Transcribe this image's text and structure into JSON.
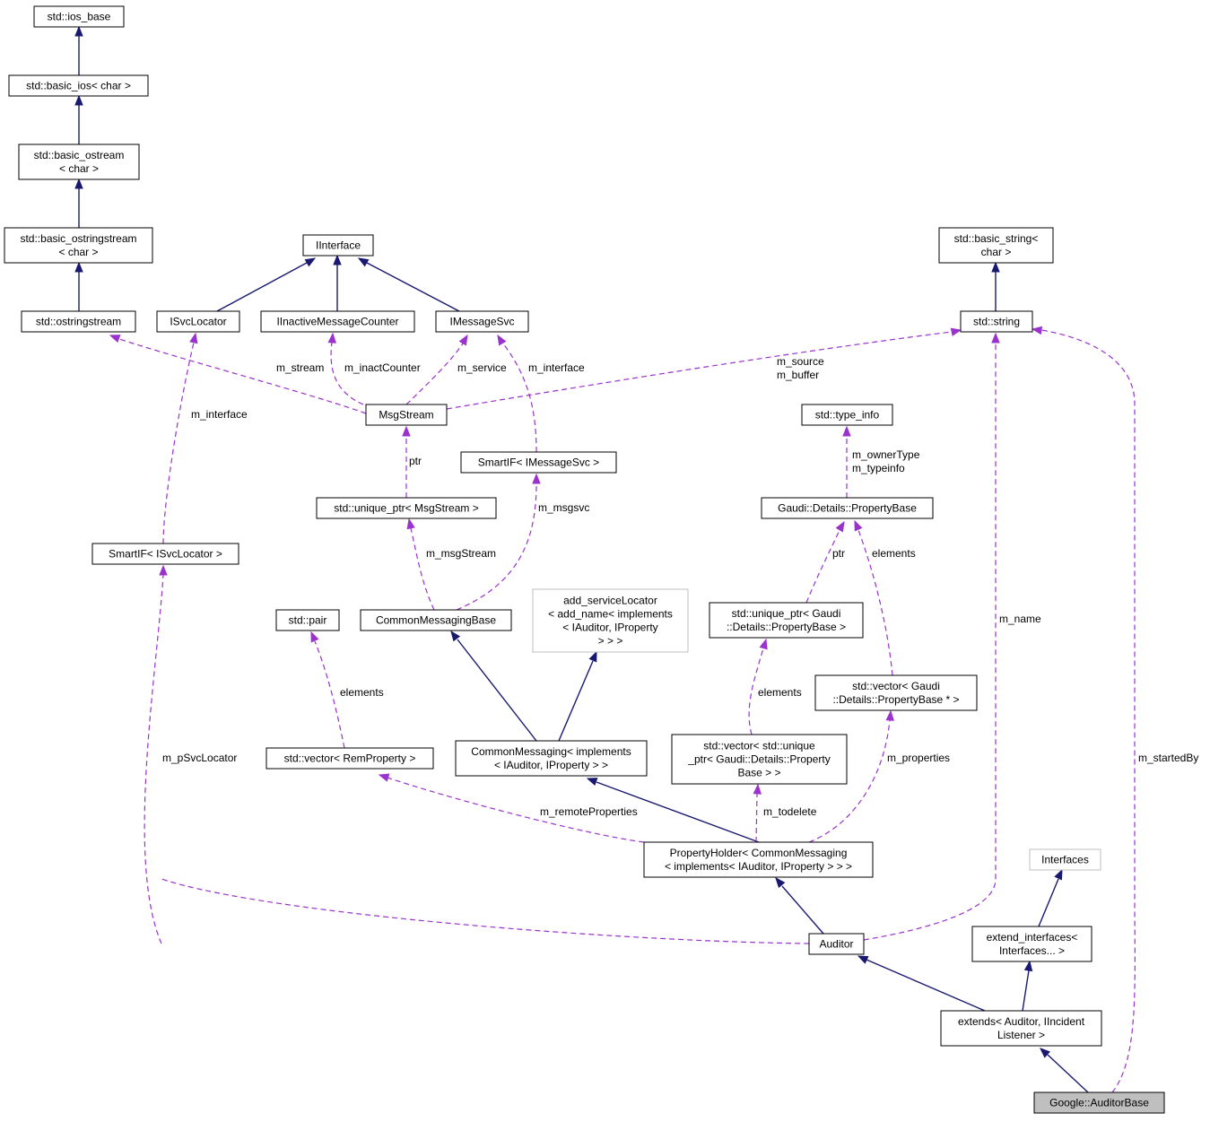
{
  "nodes": [
    {
      "id": "ios_base",
      "lines": [
        "std::ios_base"
      ]
    },
    {
      "id": "basic_ios",
      "lines": [
        "std::basic_ios< char >"
      ]
    },
    {
      "id": "basic_ostream",
      "lines": [
        "std::basic_ostream",
        "< char >"
      ]
    },
    {
      "id": "basic_ostringstream",
      "lines": [
        "std::basic_ostringstream",
        "< char >"
      ]
    },
    {
      "id": "ostringstream",
      "lines": [
        "std::ostringstream"
      ]
    },
    {
      "id": "IInterface",
      "lines": [
        "IInterface"
      ]
    },
    {
      "id": "ISvcLocator",
      "lines": [
        "ISvcLocator"
      ]
    },
    {
      "id": "IInactiveMessageCounter",
      "lines": [
        "IInactiveMessageCounter"
      ]
    },
    {
      "id": "IMessageSvc",
      "lines": [
        "IMessageSvc"
      ]
    },
    {
      "id": "basic_string",
      "lines": [
        "std::basic_string<",
        "char >"
      ]
    },
    {
      "id": "string",
      "lines": [
        "std::string"
      ]
    },
    {
      "id": "MsgStream",
      "lines": [
        "MsgStream"
      ]
    },
    {
      "id": "type_info",
      "lines": [
        "std::type_info"
      ]
    },
    {
      "id": "SmartIF_IMessageSvc",
      "lines": [
        "SmartIF< IMessageSvc >"
      ]
    },
    {
      "id": "unique_ptr_MsgStream",
      "lines": [
        "std::unique_ptr< MsgStream >"
      ]
    },
    {
      "id": "PropertyBase",
      "lines": [
        "Gaudi::Details::PropertyBase"
      ]
    },
    {
      "id": "SmartIF_ISvcLocator",
      "lines": [
        "SmartIF< ISvcLocator >"
      ]
    },
    {
      "id": "add_serviceLocator",
      "lines": [
        "add_serviceLocator",
        "< add_name< implements",
        "< IAuditor, IProperty",
        "> > >"
      ]
    },
    {
      "id": "std_pair",
      "lines": [
        "std::pair"
      ]
    },
    {
      "id": "CommonMessagingBase",
      "lines": [
        "CommonMessagingBase"
      ]
    },
    {
      "id": "unique_ptr_PropertyBase",
      "lines": [
        "std::unique_ptr< Gaudi",
        "::Details::PropertyBase >"
      ]
    },
    {
      "id": "vector_PropertyBase_ptr",
      "lines": [
        "std::vector< Gaudi",
        "::Details::PropertyBase * >"
      ]
    },
    {
      "id": "vector_RemProperty",
      "lines": [
        "std::vector< RemProperty >"
      ]
    },
    {
      "id": "CommonMessaging",
      "lines": [
        "CommonMessaging< implements",
        "< IAuditor, IProperty > >"
      ]
    },
    {
      "id": "vector_unique_ptr",
      "lines": [
        "std::vector< std::unique",
        "_ptr< Gaudi::Details::Property",
        "Base > >"
      ]
    },
    {
      "id": "PropertyHolder",
      "lines": [
        "PropertyHolder< CommonMessaging",
        "< implements< IAuditor, IProperty > > >"
      ]
    },
    {
      "id": "Interfaces",
      "lines": [
        "Interfaces"
      ]
    },
    {
      "id": "Auditor",
      "lines": [
        "Auditor"
      ]
    },
    {
      "id": "extend_interfaces",
      "lines": [
        "extend_interfaces<",
        "Interfaces... >"
      ]
    },
    {
      "id": "extends",
      "lines": [
        "extends< Auditor, IIncident",
        "Listener >"
      ]
    },
    {
      "id": "AuditorBase",
      "lines": [
        "Google::AuditorBase"
      ]
    }
  ],
  "edge_labels": [
    {
      "id": "lbl_m_stream",
      "lines": [
        "m_stream"
      ]
    },
    {
      "id": "lbl_m_inactCounter",
      "lines": [
        "m_inactCounter"
      ]
    },
    {
      "id": "lbl_m_service",
      "lines": [
        "m_service"
      ]
    },
    {
      "id": "lbl_m_interface_msg",
      "lines": [
        "m_interface"
      ]
    },
    {
      "id": "lbl_m_source_buffer",
      "lines": [
        "m_source",
        "m_buffer"
      ]
    },
    {
      "id": "lbl_m_interface_svc",
      "lines": [
        "m_interface"
      ]
    },
    {
      "id": "lbl_ptr_msg",
      "lines": [
        "ptr"
      ]
    },
    {
      "id": "lbl_m_owner_type",
      "lines": [
        "m_ownerType",
        "m_typeinfo"
      ]
    },
    {
      "id": "lbl_m_msgsvc",
      "lines": [
        "m_msgsvc"
      ]
    },
    {
      "id": "lbl_m_msgStream",
      "lines": [
        "m_msgStream"
      ]
    },
    {
      "id": "lbl_ptr_prop",
      "lines": [
        "ptr"
      ]
    },
    {
      "id": "lbl_elements_vec",
      "lines": [
        "elements"
      ]
    },
    {
      "id": "lbl_m_name",
      "lines": [
        "m_name"
      ]
    },
    {
      "id": "lbl_elements_pair",
      "lines": [
        "elements"
      ]
    },
    {
      "id": "lbl_elements_uptr",
      "lines": [
        "elements"
      ]
    },
    {
      "id": "lbl_m_pSvcLocator",
      "lines": [
        "m_pSvcLocator"
      ]
    },
    {
      "id": "lbl_m_properties",
      "lines": [
        "m_properties"
      ]
    },
    {
      "id": "lbl_m_startedBy",
      "lines": [
        "m_startedBy"
      ]
    },
    {
      "id": "lbl_m_remoteProperties",
      "lines": [
        "m_remoteProperties"
      ]
    },
    {
      "id": "lbl_m_todelete",
      "lines": [
        "m_todelete"
      ]
    }
  ],
  "legend_colors": {
    "inheritance": "#191970",
    "usage": "#9a32cd",
    "current_node_fill": "#bfbfbf"
  }
}
